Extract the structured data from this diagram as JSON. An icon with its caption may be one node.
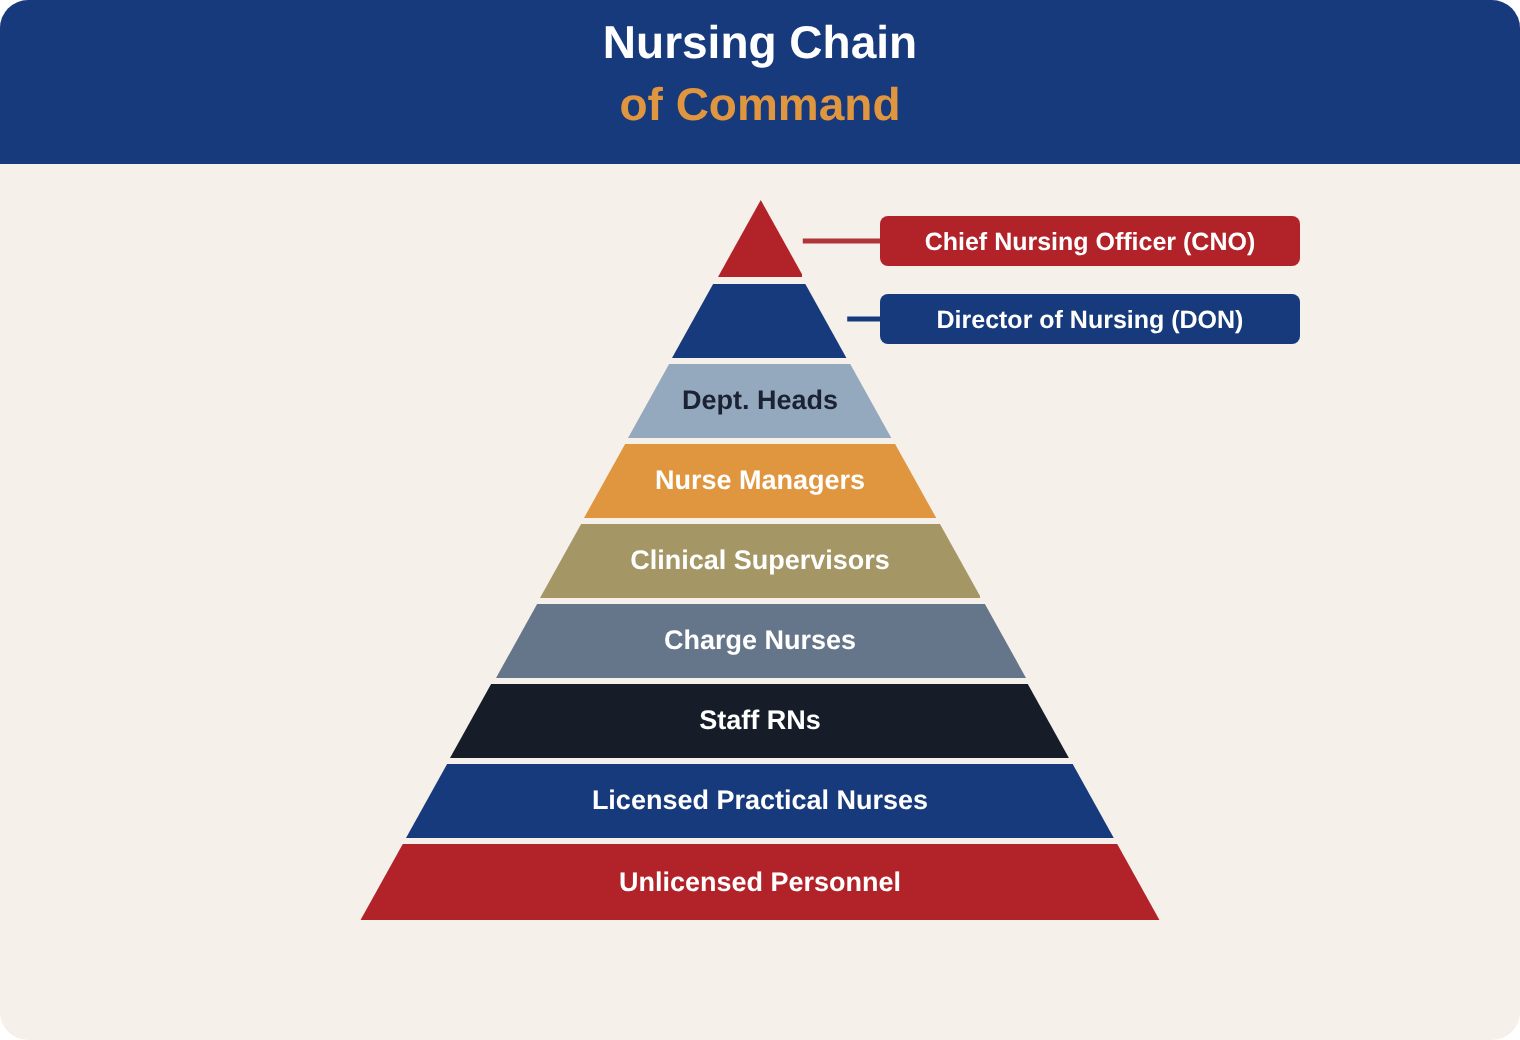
{
  "diagram": {
    "title": "Nursing Chain of Command",
    "nodes": [
      {
        "text": [],
        "shape": "triangle"
      },
      {
        "text": [
          "Chief Nursing Officer (CNO)"
        ]
      },
      {
        "text": [],
        "shape": "trapezoid"
      },
      {
        "text": [
          "Director of Nursing (DON)"
        ]
      },
      {
        "text": [
          "Dept. Heads"
        ]
      },
      {
        "text": [
          "Nurse Managers"
        ]
      },
      {
        "text": [
          "Clinical Supervisors"
        ]
      },
      {
        "text": [
          "Charge Nurses"
        ]
      },
      {
        "text": [
          "Staff RNs"
        ]
      },
      {
        "text": [
          "Licensed Practical Nurses"
        ]
      },
      {
        "text": [
          "Unlicensed Personnel"
        ]
      }
    ],
    "edges": [
      {
        "from": 1,
        "to": 0,
        "arrow": "none",
        "color": "#b0343a"
      },
      {
        "from": 3,
        "to": 2,
        "arrow": "none",
        "color": "#163a7c"
      }
    ]
  }
}
